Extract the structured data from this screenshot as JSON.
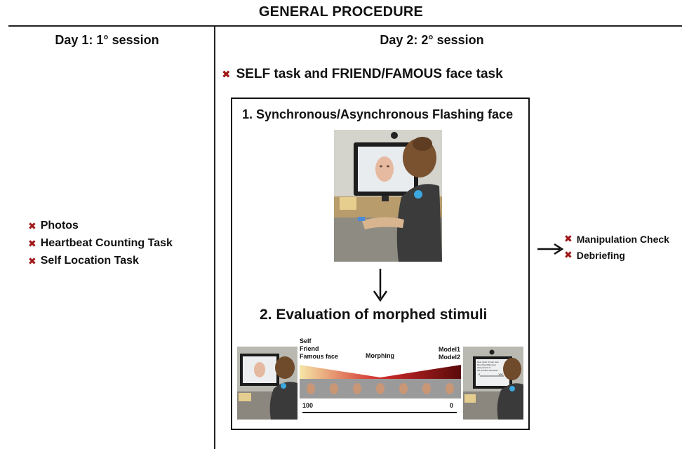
{
  "title": "GENERAL PROCEDURE",
  "day1": {
    "header": "Day 1: 1° session",
    "items": [
      "Photos",
      "Heartbeat Counting Task",
      "Self Location Task"
    ]
  },
  "day2": {
    "header": "Day 2: 2° session",
    "task": "SELF task and FRIEND/FAMOUS face task",
    "step1": "1. Synchronous/Asynchronous Flashing face",
    "step2": "2. Evaluation of morphed stimuli",
    "morph": {
      "left_labels": [
        "Self",
        "Friend",
        "Famous face"
      ],
      "center_label": "Morphing",
      "right_labels": [
        "Model1",
        "Model2"
      ],
      "scale_left": "100",
      "scale_right": "0",
      "monitor_text": [
        "How much of your own",
        "face (friend/famous)",
        "was present in",
        "the previous stimulus?"
      ],
      "monitor_scale": [
        "0",
        "100"
      ]
    }
  },
  "after": {
    "items": [
      "Manipulation Check",
      "Debriefing"
    ]
  },
  "icons": {
    "bullet": "x-mark-icon",
    "arrow_down": "arrow-down-icon",
    "arrow_right": "arrow-right-icon"
  },
  "colors": {
    "bullet": "#a01818",
    "gradient_start": "#f6e6a6",
    "gradient_mid": "#d22a2a",
    "gradient_end": "#5a0a0a"
  }
}
